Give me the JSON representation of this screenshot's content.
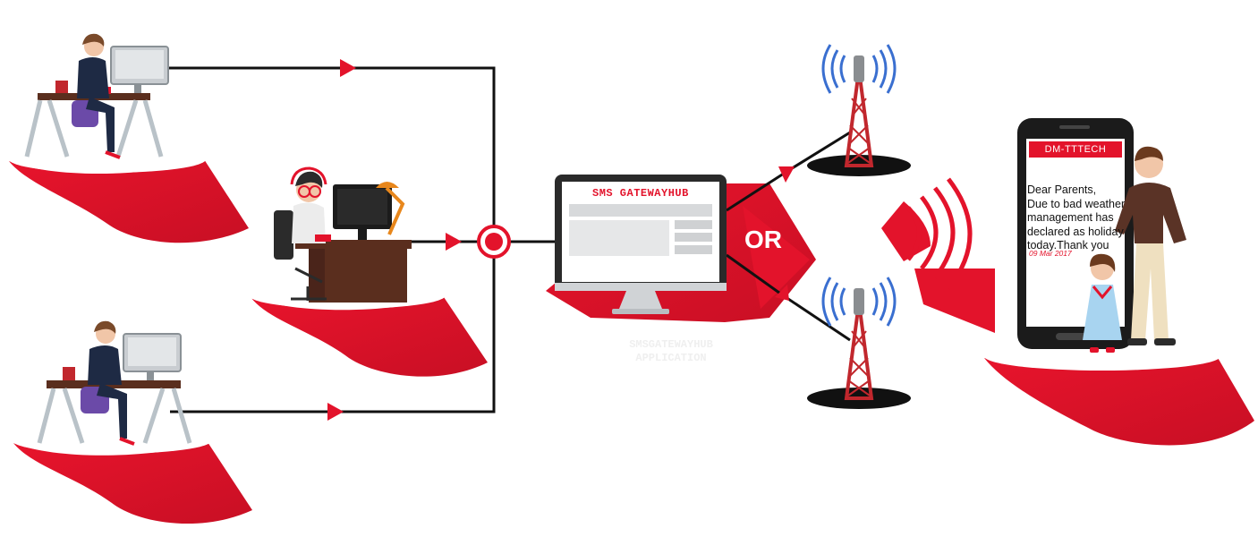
{
  "diagram": {
    "gateway": {
      "screen_title": "SMS GATEWAYHUB",
      "caption_line1": "SMSGATEWAYHUB",
      "caption_line2": "APPLICATION"
    },
    "or_label": "OR",
    "phone": {
      "sender": "DM-TTTECH",
      "message_lines": [
        "Dear Parents,",
        "Due to bad weather",
        "management has",
        "declared as holiday",
        "today.Thank you"
      ],
      "date": "09 Mar 2017"
    },
    "colors": {
      "accent": "#e3132b",
      "line": "#111111",
      "tower_blue": "#3a6fd0",
      "desk_wood": "#5a2e1e"
    }
  }
}
